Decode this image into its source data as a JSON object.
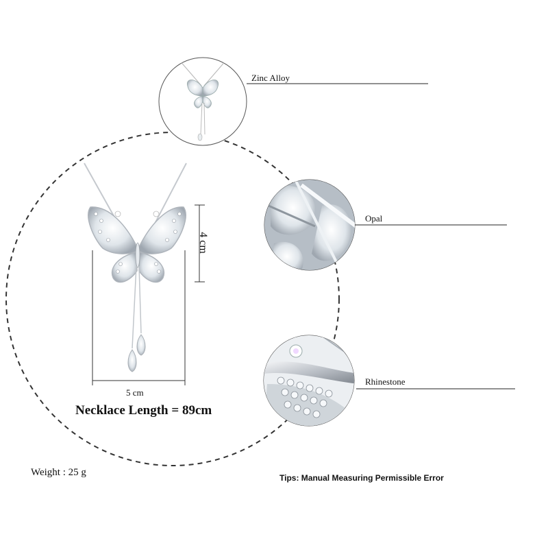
{
  "materials": {
    "zinc_alloy": "Zinc Alloy",
    "opal": "Opal",
    "rhinestone": "Rhinestone"
  },
  "dimensions": {
    "height": "4 cm",
    "width": "5 cm"
  },
  "necklace_length": "Necklace Length = 89cm",
  "weight": "Weight : 25 g",
  "tips": "Tips: Manual Measuring Permissible Error",
  "colors": {
    "silver": "#c9ccd2",
    "opal": "#e9eef2",
    "line": "#222222"
  }
}
